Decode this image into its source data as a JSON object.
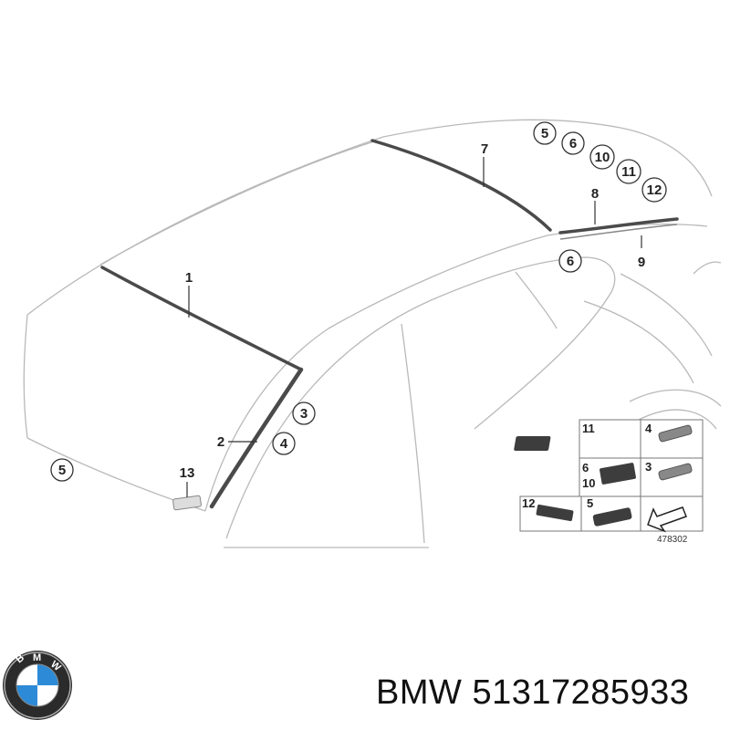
{
  "callouts": [
    {
      "id": "c5a",
      "label": "5"
    },
    {
      "id": "c6a",
      "label": "6"
    },
    {
      "id": "c10a",
      "label": "10"
    },
    {
      "id": "c11a",
      "label": "11"
    },
    {
      "id": "c12a",
      "label": "12"
    },
    {
      "id": "c7",
      "label": "7"
    },
    {
      "id": "c8",
      "label": "8"
    },
    {
      "id": "c9",
      "label": "9"
    },
    {
      "id": "c6b",
      "label": "6"
    },
    {
      "id": "c1",
      "label": "1"
    },
    {
      "id": "c3",
      "label": "3"
    },
    {
      "id": "c4",
      "label": "4"
    },
    {
      "id": "c2",
      "label": "2"
    },
    {
      "id": "c13",
      "label": "13"
    },
    {
      "id": "c5b",
      "label": "5"
    }
  ],
  "inset": {
    "labels": [
      "11",
      "4",
      "6",
      "10",
      "3",
      "12",
      "5"
    ],
    "reference": "478302"
  },
  "caption": {
    "brand": "BMW",
    "part_number": "51317285933"
  },
  "colors": {
    "outline": "#b9b9b9",
    "part": "#4a4a4a",
    "text": "#222222"
  },
  "logo": {
    "lettering": "BMW",
    "icon": "bmw-roundel-logo"
  }
}
